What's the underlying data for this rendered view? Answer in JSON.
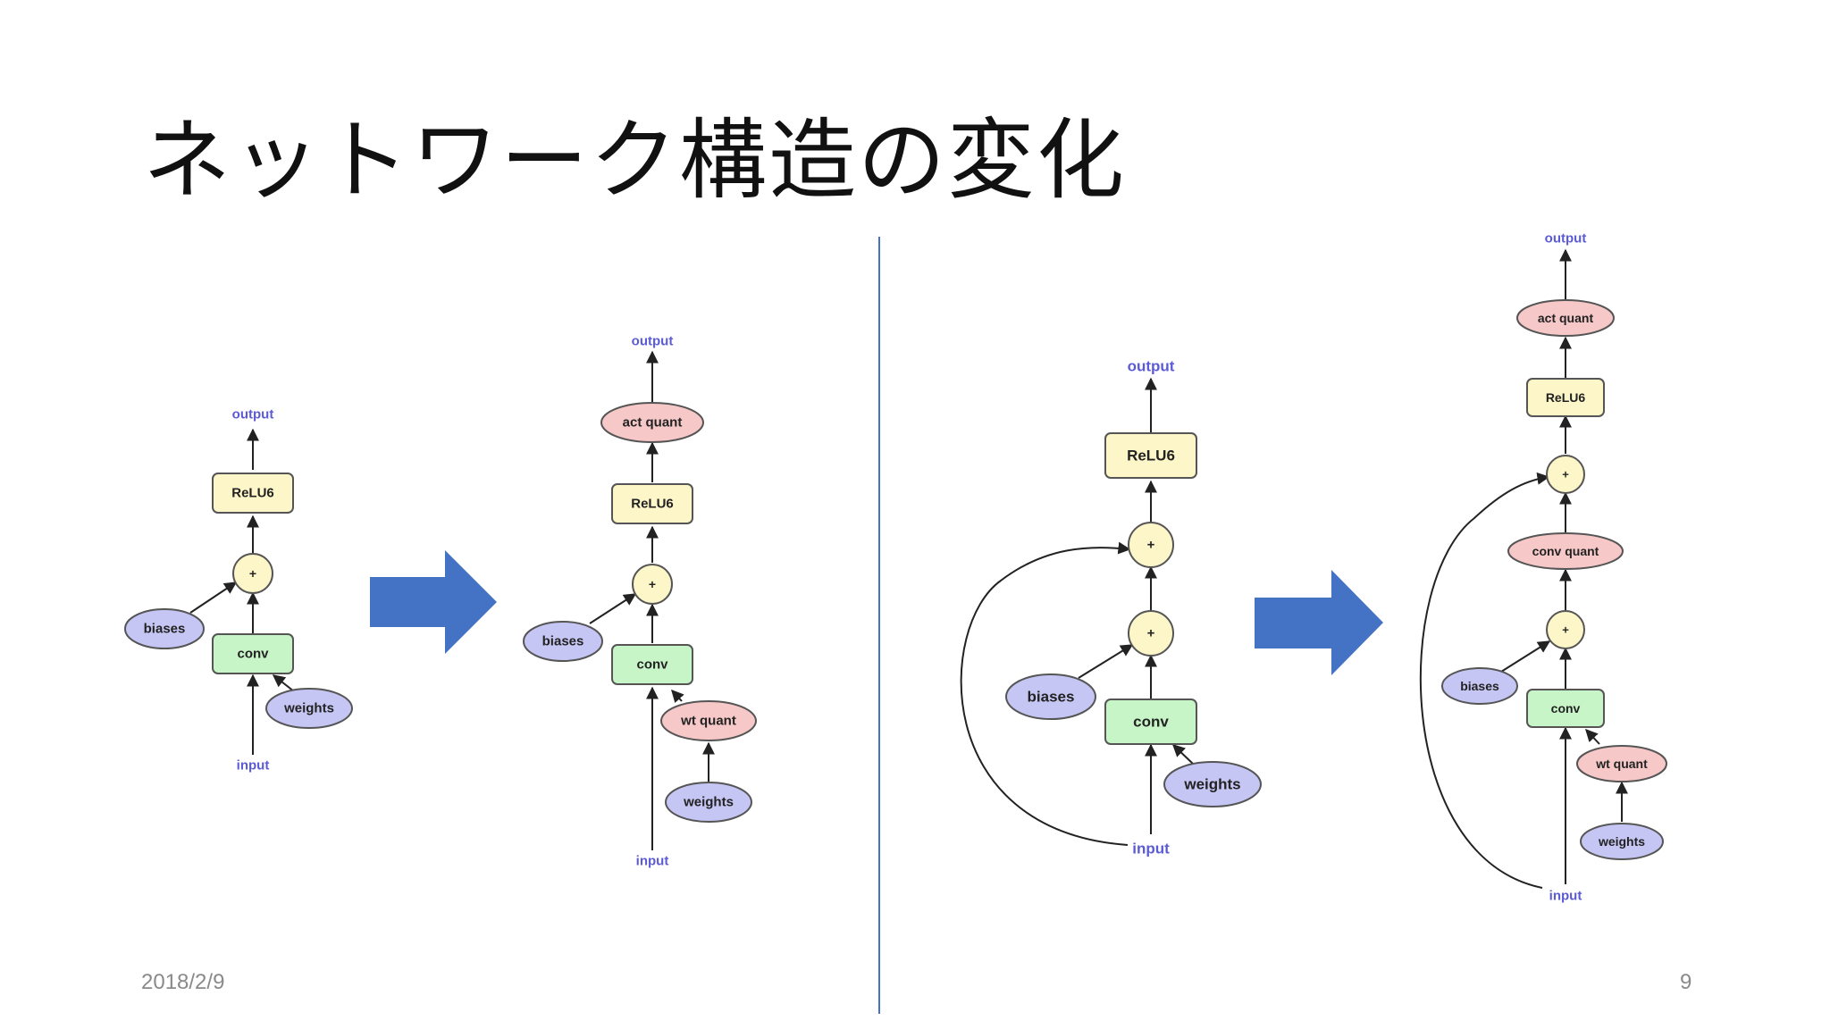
{
  "slide": {
    "title": "ネットワーク構造の変化",
    "date": "2018/2/9",
    "page_number": "9"
  },
  "colors": {
    "relu_fill": "#fdf6c8",
    "add_fill": "#fdf6c8",
    "conv_fill": "#c8f5c8",
    "param_fill": "#c6c6f5",
    "quant_fill": "#f7c8c8",
    "io_text": "#5b5bd6",
    "arrow_fill": "#4472c4",
    "divider": "#4472c4"
  },
  "labels": {
    "output": "output",
    "input": "input",
    "relu": "ReLU6",
    "add": "+",
    "conv": "conv",
    "biases": "biases",
    "weights": "weights",
    "act_quant": "act quant",
    "wt_quant": "wt quant",
    "conv_quant": "conv quant"
  },
  "diagrams": [
    {
      "name": "conv-block-float",
      "nodes": [
        "output",
        "relu",
        "add",
        "biases",
        "conv",
        "weights",
        "input"
      ]
    },
    {
      "name": "conv-block-quantized",
      "nodes": [
        "output",
        "act_quant",
        "relu",
        "add",
        "biases",
        "conv",
        "wt_quant",
        "weights",
        "input"
      ]
    },
    {
      "name": "residual-block-float",
      "nodes": [
        "output",
        "relu",
        "add",
        "add",
        "biases",
        "conv",
        "weights",
        "input"
      ]
    },
    {
      "name": "residual-block-quantized",
      "nodes": [
        "output",
        "act_quant",
        "relu",
        "add",
        "conv_quant",
        "add",
        "biases",
        "conv",
        "wt_quant",
        "weights",
        "input"
      ]
    }
  ],
  "transitions": [
    {
      "name": "transform-arrow-left",
      "icon": "right-arrow-icon"
    },
    {
      "name": "transform-arrow-right",
      "icon": "right-arrow-icon"
    }
  ]
}
